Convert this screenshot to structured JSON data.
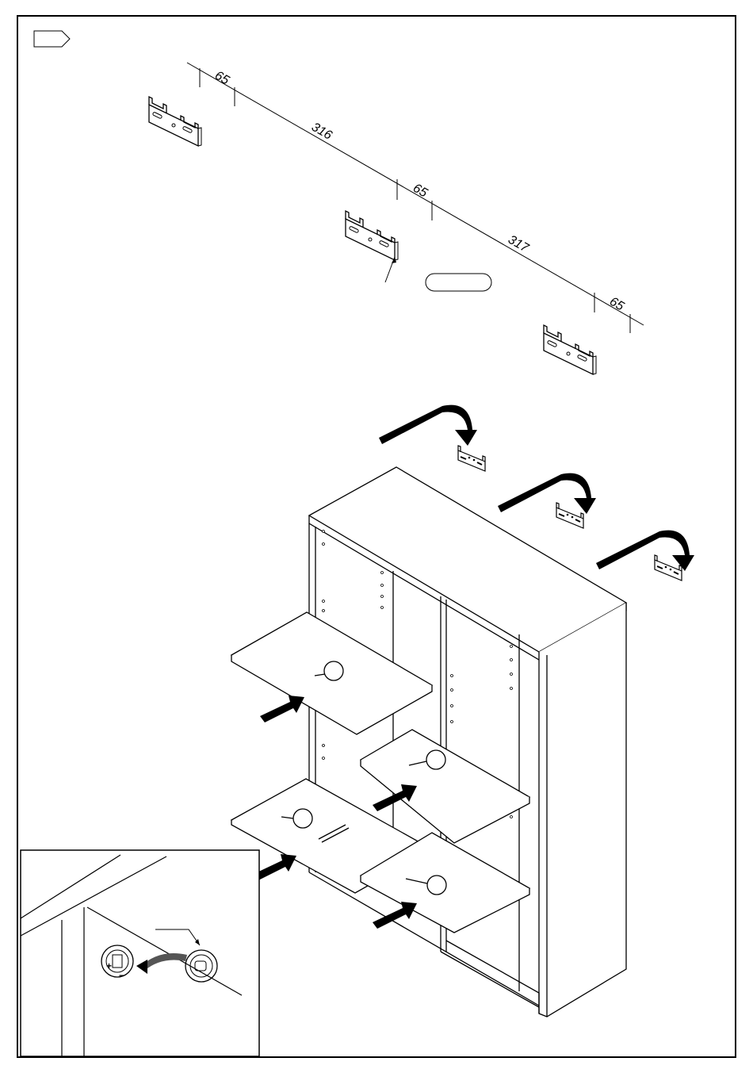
{
  "dimensions": {
    "gap_a": "65",
    "span_1": "316",
    "gap_b": "65",
    "span_2": "317",
    "gap_c": "65"
  },
  "icons": {
    "step_marker": "step-arrow-icon",
    "insert_arrow": "push-arrow-icon",
    "rotate_arrow": "curved-arrow-icon",
    "cam_lock": "cam-lock-icon"
  }
}
